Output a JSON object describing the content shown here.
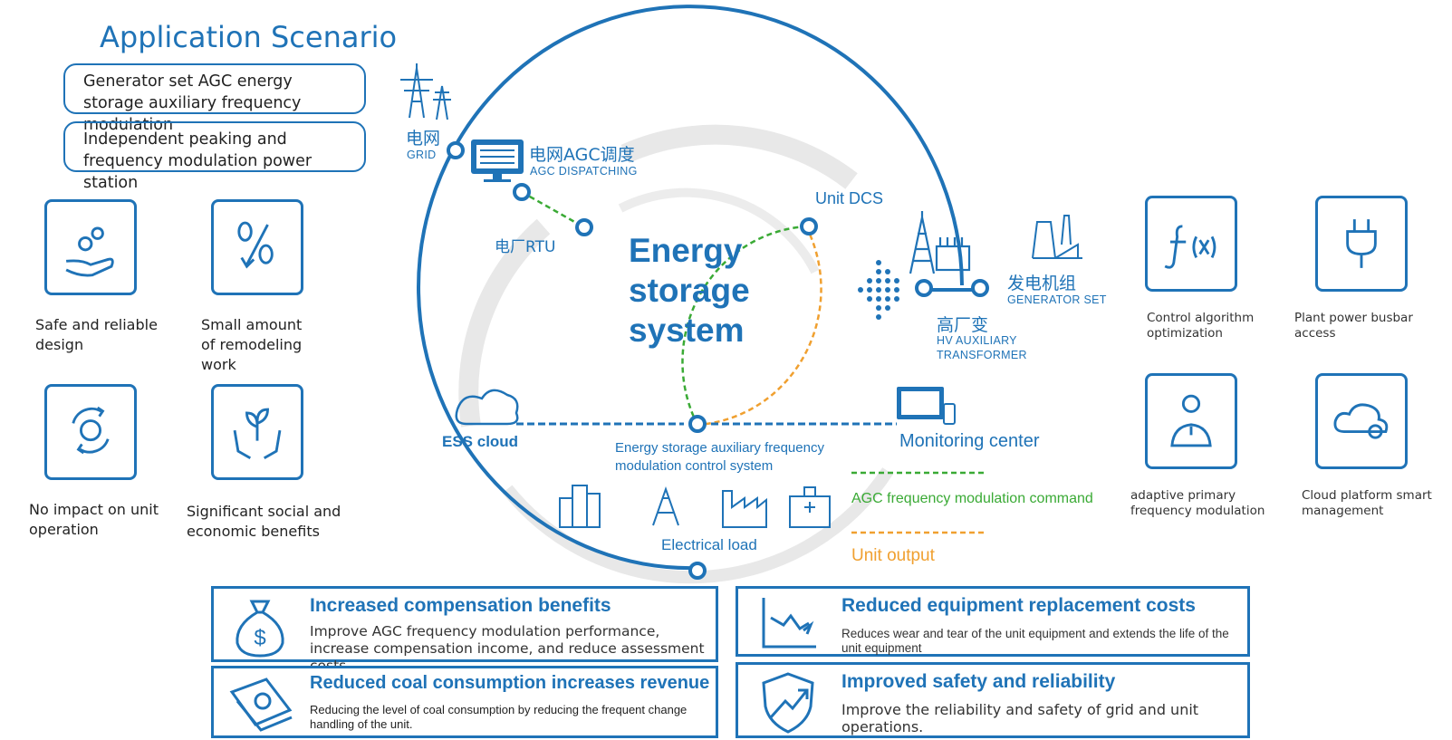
{
  "header": {
    "title": "Application Scenario"
  },
  "scenarios": [
    "Generator set AGC energy storage auxiliary frequency modulation",
    "Independent peaking and frequency modulation power station"
  ],
  "left_features": [
    {
      "label": "Safe and reliable design",
      "icon": "gear-hand-icon"
    },
    {
      "label": "Small amount of remodeling work",
      "icon": "percent-down-icon"
    },
    {
      "label": "No impact on unit operation",
      "icon": "gear-cycle-icon"
    },
    {
      "label": "Significant social and economic benefits",
      "icon": "hands-plant-icon"
    }
  ],
  "right_features": [
    {
      "label": "Control algorithm optimization",
      "icon": "function-icon"
    },
    {
      "label": "Plant power busbar access",
      "icon": "plug-icon"
    },
    {
      "label": "adaptive primary frequency modulation",
      "icon": "gear-person-icon"
    },
    {
      "label": "Cloud platform smart management",
      "icon": "cloud-gear-icon"
    }
  ],
  "diagram": {
    "center_title": [
      "Energy",
      "storage",
      "system"
    ],
    "grid_cn": "电网",
    "grid_en": "GRID",
    "agc_cn": "电网AGC调度",
    "agc_en": "AGC DISPATCHING",
    "rtu": "电厂RTU",
    "unit_dcs": "Unit DCS",
    "gen_cn": "发电机组",
    "gen_en": "GENERATOR SET",
    "hv_cn": "高厂变",
    "hv_en1": "HV AUXILIARY",
    "hv_en2": "TRANSFORMER",
    "ess_cloud": "ESS cloud",
    "control_system1": "Energy storage auxiliary frequency",
    "control_system2": "modulation control system",
    "monitoring": "Monitoring center",
    "electrical_load": "Electrical load",
    "legend_agc": "AGC frequency modulation command",
    "legend_unit": "Unit output",
    "colors": {
      "blue": "#1f73b7",
      "green": "#3aaa35",
      "orange": "#f0a030",
      "gray": "#e6e6e6"
    }
  },
  "benefits": [
    {
      "title": "Increased compensation benefits",
      "desc": "Improve AGC frequency modulation performance, increase compensation income, and reduce assessment costs.",
      "icon": "money-bag-icon"
    },
    {
      "title": "Reduced coal consumption increases revenue",
      "desc": "Reducing the level of coal consumption by reducing the frequent change handling of the unit.",
      "icon": "banknotes-icon"
    },
    {
      "title": "Reduced equipment replacement costs",
      "desc": "Reduces wear and tear of the unit equipment and extends the life of the unit equipment",
      "icon": "chart-down-icon"
    },
    {
      "title": "Improved safety and reliability",
      "desc": "Improve the reliability and safety of grid and unit operations.",
      "icon": "shield-up-icon"
    }
  ]
}
